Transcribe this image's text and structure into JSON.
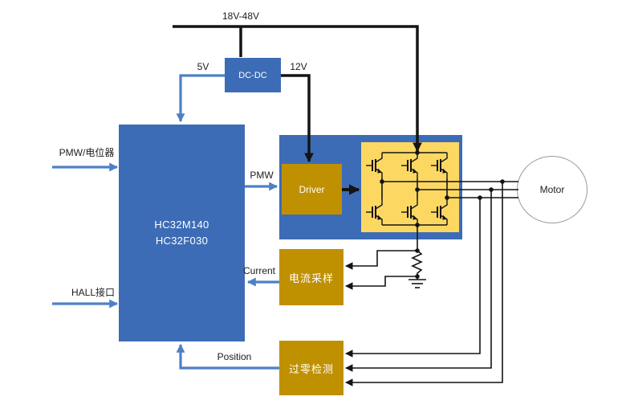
{
  "diagram": {
    "blocks": {
      "mcu": {
        "line1": "HC32M140",
        "line2": "HC32F030"
      },
      "dcdc": {
        "label": "DC-DC"
      },
      "driver": {
        "label": "Driver"
      },
      "current_sense": {
        "label": "电流采样"
      },
      "zero_cross": {
        "label": "过零检测"
      },
      "motor": {
        "label": "Motor"
      }
    },
    "labels": {
      "bus_voltage": "18V-48V",
      "rail_5v": "5V",
      "rail_12v": "12V",
      "pwm_pot": "PMW/电位器",
      "hall": "HALL接口",
      "pwm": "PMW",
      "current": "Current",
      "position": "Position"
    },
    "colors": {
      "block_blue": "#3d6cb6",
      "arrow_blue": "#4e80c6",
      "block_gold": "#bf9000",
      "bridge_yellow": "#fcd862",
      "wire_black": "#141414",
      "motor_border": "#9a9a9a",
      "background": "#ffffff"
    }
  }
}
